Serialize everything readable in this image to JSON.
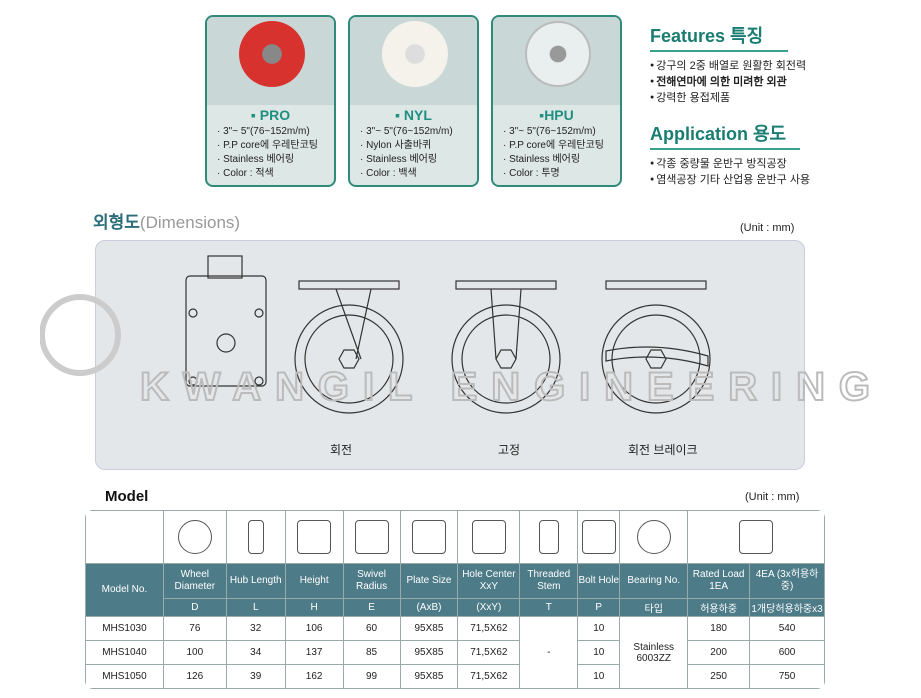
{
  "products": [
    {
      "name": "▪ PRO",
      "color": "#d8322f",
      "specs": [
        "3\"~ 5\"(76~152m/m)",
        "P.P core에 우레탄코팅",
        "Stainless 베어링",
        "Color : 적색"
      ]
    },
    {
      "name": "▪ NYL",
      "color": "#f4f2ea",
      "specs": [
        "3\"~ 5\"(76~152m/m)",
        "Nylon 사출바퀴",
        "Stainless 베어링",
        "Color : 백색"
      ]
    },
    {
      "name": "▪HPU",
      "color": "#dfe6e6",
      "specs": [
        "3\"~ 5\"(76~152m/m)",
        "P.P core에 우레탄코팅",
        "Stainless 베어링",
        "Color : 투명"
      ]
    }
  ],
  "features": {
    "title": "Features 특징",
    "items": [
      "강구의 2중 배열로 원활한 회전력",
      "전해연마에 의한 미려한 외관",
      "강력한 용접제품"
    ]
  },
  "application": {
    "title": "Application 용도",
    "items": [
      "각종 중량물 운반구 방직공장",
      "염색공장 기타 산업용 운반구 사용"
    ]
  },
  "dimensions": {
    "title": "외형도",
    "title_en": "(Dimensions)",
    "unit": "(Unit : mm)",
    "captions": [
      "회전",
      "고정",
      "회전 브레이크"
    ],
    "watermark": "KWANGIL ENGINEERING"
  },
  "model": {
    "title": "Model",
    "unit": "(Unit : mm)",
    "headers": [
      "Model No.",
      "Wheel Diameter",
      "Hub Length",
      "Height",
      "Swivel Radius",
      "Plate Size",
      "Hole Center XxY",
      "Threaded Stem",
      "Bolt Hole",
      "Bearing No.",
      "Rated Load 1EA",
      "4EA (3x허용하중)"
    ],
    "symbols": [
      "D",
      "L",
      "H",
      "E",
      "(AxB)",
      "(XxY)",
      "T",
      "P",
      "타입",
      "허용하중",
      "1개당허용하중x3"
    ],
    "rows": [
      [
        "MHS1030",
        "76",
        "32",
        "106",
        "60",
        "95X85",
        "71,5X62",
        "10",
        "180",
        "540"
      ],
      [
        "MHS1040",
        "100",
        "34",
        "137",
        "85",
        "95X85",
        "71,5X62",
        "10",
        "200",
        "600"
      ],
      [
        "MHS1050",
        "126",
        "39",
        "162",
        "99",
        "95X85",
        "71,5X62",
        "10",
        "250",
        "750"
      ]
    ],
    "threaded_value": "-",
    "bearing_value": "Stainless 6003ZZ"
  }
}
